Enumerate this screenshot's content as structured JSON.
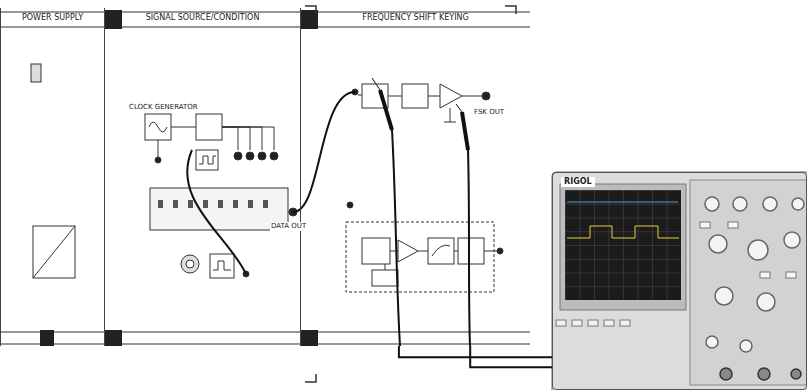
{
  "diagram": {
    "nodes": [
      {
        "text": [
          "POWER SUPPLY"
        ]
      },
      {
        "text": [
          "SIGNAL SOURCE/CONDITION"
        ]
      },
      {
        "text": [
          "FREQUENCY SHIFT KEYING"
        ]
      },
      {
        "text": [
          "RIGOL"
        ]
      }
    ],
    "edges": [
      {
        "from": 2,
        "to": 3,
        "arrow": "none"
      },
      {
        "from": 2,
        "to": 3,
        "arrow": "none"
      }
    ],
    "labels": [
      "CLOCK GENERATOR",
      "DATA OUT",
      "FSK OUT"
    ]
  }
}
